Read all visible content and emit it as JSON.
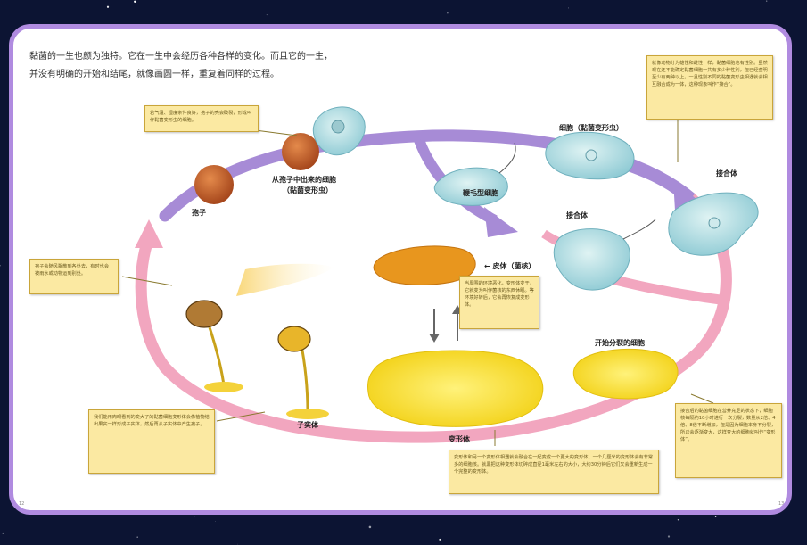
{
  "intro": {
    "line1": "黏菌的一生也颇为独特。它在一生中会经历各种各样的变化。而且它的一生，",
    "line2": "并没有明确的开始和结尾，就像画圆一样，重复着同样的过程。"
  },
  "notes": {
    "spore_release": "若气温、湿度条件良好，孢子的壳会破裂，形成叫作黏菌变形虫的细胞。",
    "mating": "就像动物分为雄性和雌性一样，黏菌细胞也有性别。虽然现在还不能确定黏菌细胞一共有多少种性别，但已经查明至少有两种以上。一旦性别不同的黏菌变形虫相遇就会相互融合成为一体，这种现象叫作“接合”。",
    "spore_dispersal": "孢子会随风飘散到各处去，有时也会被雨水或动物运到别处。",
    "sclerotium": "当周围的环境恶化，变形体变干，它就变为叫作菌核的东西休眠。等环境好转后，它会再恢复成变形体。",
    "fruiting": "我们能用肉眼看到的变大了的黏菌细胞变形体会像植物结出果实一样形成子实体，然后再从子实体中产生孢子。",
    "plasmodium": "变形体和另一个变形体相遇就会融合在一起变成一个更大的变形体。一个几厘米的变形体会有非常多的细胞核。就黑把这种变形体切碎成直径1毫米左右的大小，大约30分钟后它们又会重新生成一个完整的变形体。",
    "dividing": "接合后的黏菌细胞在营养充足的状态下，细胞核每隔约10小时进行一次分裂，数量从2倍、4倍、8倍不断增加，但是因为细胞本身不分裂，所以会逐渐变大，这样变大的细胞就叫作“变形体”。"
  },
  "labels": {
    "spore": "孢子",
    "amoeba_from_spore_1": "从孢子中出来的细胞",
    "amoeba_from_spore_2": "（黏菌变形虫）",
    "cell": "细胞（黏菌变形虫）",
    "flagellate": "鞭毛型细胞",
    "zygote_top": "接合体",
    "zygote_mid": "接合体",
    "sclerotium": "← 皮体（菌核）",
    "dividing_cell": "开始分裂的细胞",
    "plasmodium": "变形体",
    "fruiting_body": "子实体"
  },
  "page_numbers": {
    "left": "12",
    "right": "13"
  },
  "colors": {
    "frame": "#b08be0",
    "cycle_pink": "#f2a6bf",
    "cycle_purple": "#a78bd6",
    "note_fill": "#fbe9a2",
    "spore": "#c8622a",
    "plasmodium": "#f5dc2a",
    "sclerotium": "#e8961e",
    "amoeba": "#a9dbe2"
  }
}
